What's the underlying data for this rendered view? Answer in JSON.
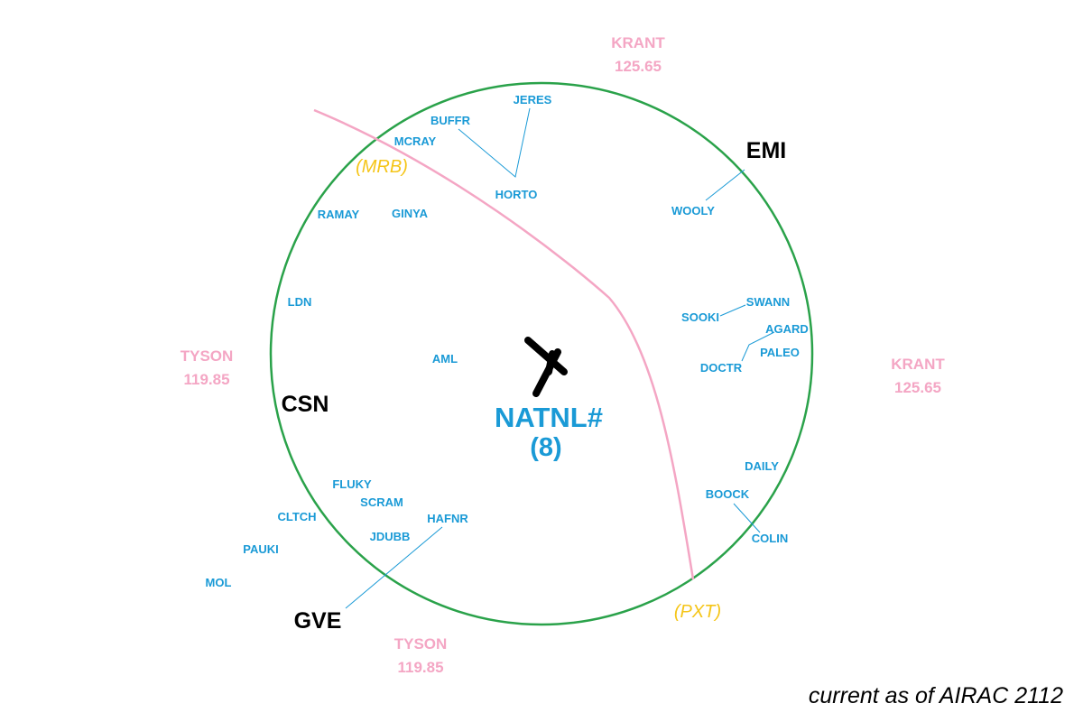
{
  "colors": {
    "fix": "#1a9ad6",
    "vor": "#000000",
    "freq": "#f4a6c4",
    "airport": "#f5c518",
    "circle": "#2aa24a",
    "boundary": "#f4a6c4",
    "procedure": "#1a9ad6",
    "footer": "#000000"
  },
  "procedure": {
    "name": "NATNL#",
    "number": "(8)"
  },
  "footer": {
    "text": "current as of AIRAC 2112"
  },
  "airport_icon": "runway-cross-icon",
  "freqs": [
    {
      "id": "krant-top",
      "name": "KRANT",
      "freq": "125.65"
    },
    {
      "id": "krant-right",
      "name": "KRANT",
      "freq": "125.65"
    },
    {
      "id": "tyson-left",
      "name": "TYSON",
      "freq": "119.85"
    },
    {
      "id": "tyson-bottom",
      "name": "TYSON",
      "freq": "119.85"
    }
  ],
  "vors": [
    "EMI",
    "CSN",
    "GVE"
  ],
  "airports": [
    "(MRB)",
    "(PXT)"
  ],
  "fixes": [
    "JERES",
    "BUFFR",
    "MCRAY",
    "HORTO",
    "RAMAY",
    "GINYA",
    "WOOLY",
    "LDN",
    "SWANN",
    "SOOKI",
    "AGARD",
    "PALEO",
    "DOCTR",
    "AML",
    "DAILY",
    "BOOCK",
    "COLIN",
    "FLUKY",
    "SCRAM",
    "CLTCH",
    "HAFNR",
    "JDUBB",
    "PAUKI",
    "MOL"
  ]
}
